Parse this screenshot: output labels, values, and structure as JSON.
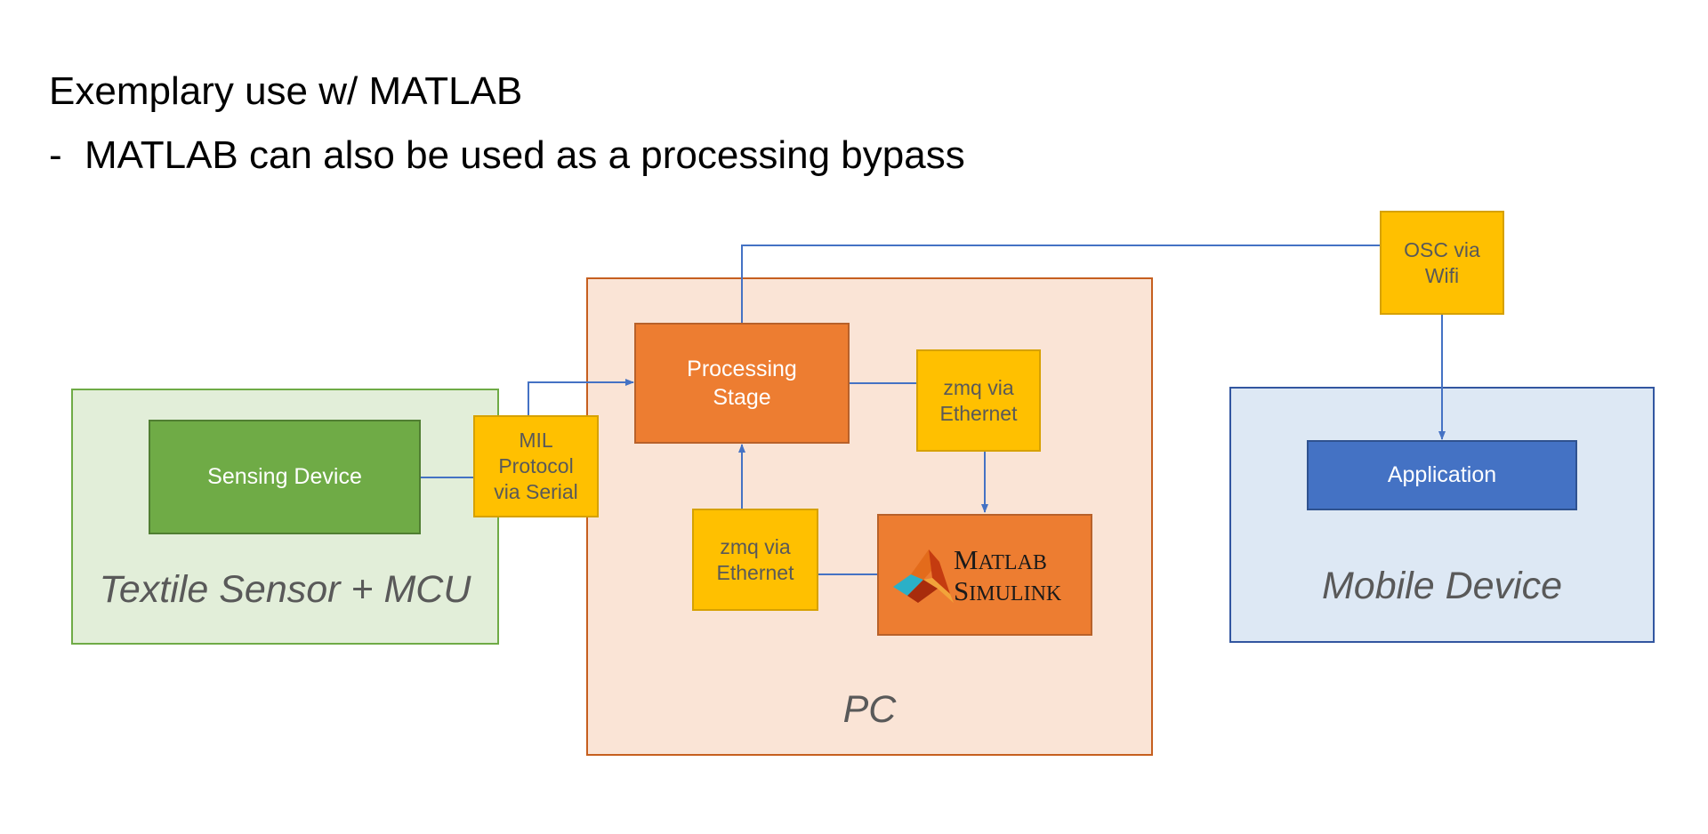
{
  "slide": {
    "title": "Exemplary use w/ MATLAB",
    "bullet_dash": "-",
    "bullet": "MATLAB can also be used as a processing bypass"
  },
  "groups": {
    "textile": "Textile Sensor + MCU",
    "pc": "PC",
    "mobile": "Mobile Device"
  },
  "nodes": {
    "sensing_device": "Sensing Device",
    "mil_protocol": [
      "MIL",
      "Protocol",
      "via Serial"
    ],
    "processing_stage": [
      "Processing",
      "Stage"
    ],
    "zmq_top": [
      "zmq via",
      "Ethernet"
    ],
    "zmq_bottom": [
      "zmq via",
      "Ethernet"
    ],
    "osc_wifi": [
      "OSC via",
      "Wifi"
    ],
    "application": "Application",
    "matlab_logo": {
      "line1_cap": "M",
      "line1_rest": "ATLAB",
      "line2_cap": "S",
      "line2_rest": "IMULINK"
    }
  },
  "colors": {
    "green_fill": "#e2eed9",
    "green_border": "#6fab46",
    "pc_fill": "#fae4d6",
    "pc_border": "#c65f1f",
    "blue_fill": "#dde8f4",
    "blue_border": "#3256a0",
    "connector": "#4472c4"
  }
}
